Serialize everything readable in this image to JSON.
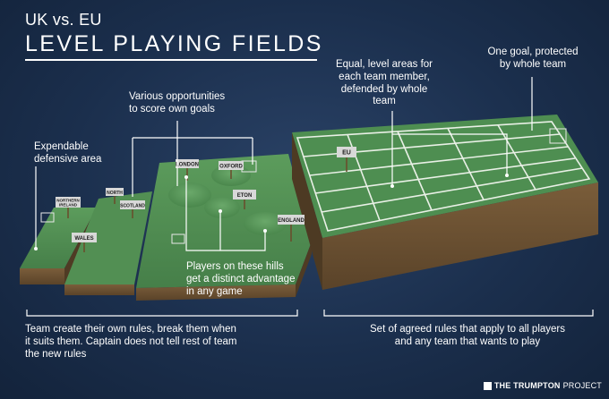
{
  "header": {
    "subtitle": "UK vs. EU",
    "title": "LEVEL PLAYING FIELDS"
  },
  "annotations": {
    "various_opportunities": "Various opportunities\nto score own goals",
    "expendable": "Expendable\ndefensive area",
    "equal_level": "Equal, level areas for\neach team member,\ndefended by whole\nteam",
    "one_goal": "One goal, protected\nby whole team",
    "hills_advantage": "Players on these hills\nget a distinct advantage\nin any game",
    "uk_rules": "Team create their own rules, break them when\nit suits them. Captain does not tell rest of team\nthe new rules",
    "eu_rules": "Set of agreed rules that apply to all players\nand any team that wants to play"
  },
  "signs": {
    "northern_ireland_line1": "NORTHERN",
    "northern_ireland_line2": "IRELAND",
    "north": "NORTH",
    "scotland": "SCOTLAND",
    "wales": "WALES",
    "london": "LONDON",
    "oxford": "OXFORD",
    "eton": "ETON",
    "england": "ENGLAND",
    "eu": "EU"
  },
  "logo": {
    "bold": "THE TRUMPTON",
    "light": "PROJECT"
  },
  "colors": {
    "background": "#1b2f4d",
    "grass": "#4f8f52",
    "grass_dark": "#3d7442",
    "soil": "#6e5434",
    "lines": "#ffffff"
  }
}
